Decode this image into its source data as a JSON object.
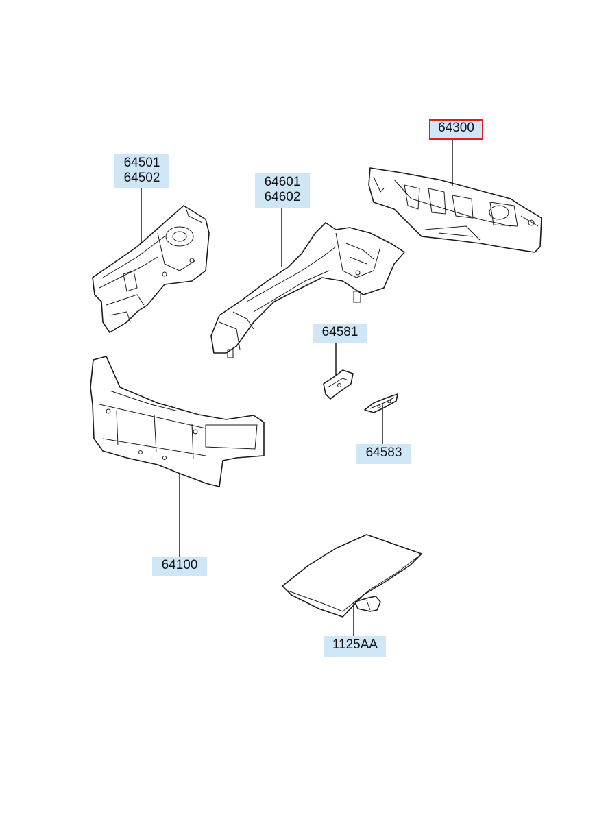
{
  "diagram": {
    "labels": [
      {
        "id": "64300",
        "lines": [
          "64300"
        ],
        "selected": true
      },
      {
        "id": "64501-64502",
        "lines": [
          "64501",
          "64502"
        ],
        "selected": false
      },
      {
        "id": "64601-64602",
        "lines": [
          "64601",
          "64602"
        ],
        "selected": false
      },
      {
        "id": "64581",
        "lines": [
          "64581"
        ],
        "selected": false
      },
      {
        "id": "64583",
        "lines": [
          "64583"
        ],
        "selected": false
      },
      {
        "id": "64100",
        "lines": [
          "64100"
        ],
        "selected": false
      },
      {
        "id": "1125AA",
        "lines": [
          "1125AA"
        ],
        "selected": false
      }
    ],
    "colors": {
      "label_bg": "#cfe6f7",
      "selected_border": "#e02020",
      "line": "#1a1a1a"
    }
  }
}
